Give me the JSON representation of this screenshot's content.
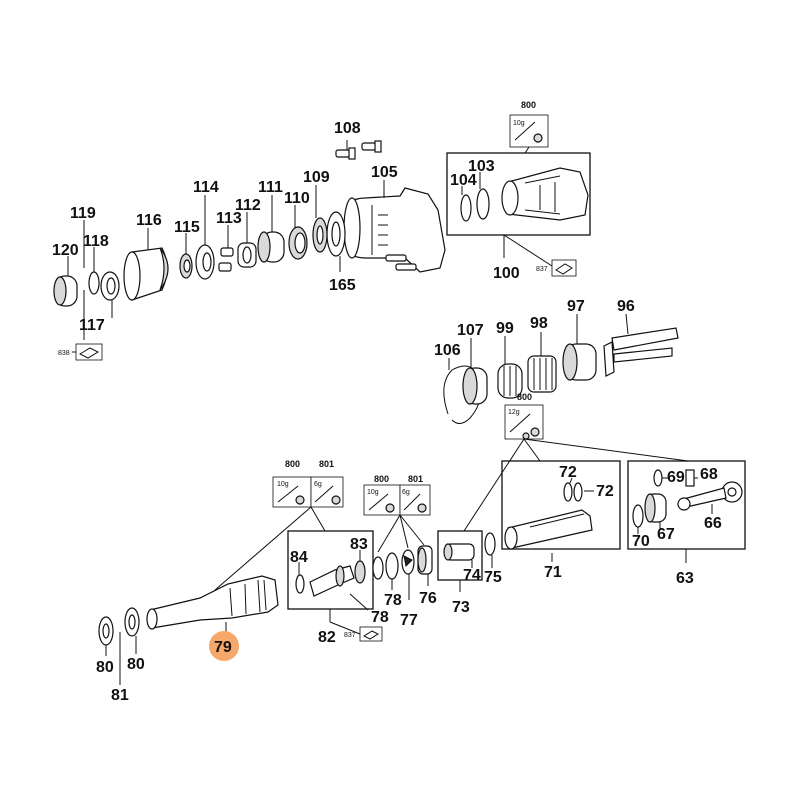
{
  "part_labels": {
    "p108": "108",
    "p105": "105",
    "p109": "109",
    "p110": "110",
    "p111": "111",
    "p112": "112",
    "p113": "113",
    "p114": "114",
    "p115": "115",
    "p116": "116",
    "p118": "118",
    "p119": "119",
    "p120": "120",
    "p117": "117",
    "p165": "165",
    "p100": "100",
    "p103": "103",
    "p104": "104",
    "p106": "106",
    "p107": "107",
    "p99": "99",
    "p98": "98",
    "p97": "97",
    "p96": "96",
    "p72a": "72",
    "p72b": "72",
    "p71": "71",
    "p69": "69",
    "p68": "68",
    "p66": "66",
    "p67": "67",
    "p70": "70",
    "p63": "63",
    "p84": "84",
    "p83": "83",
    "p82": "82",
    "p78a": "78",
    "p78b": "78",
    "p77": "77",
    "p76": "76",
    "p74": "74",
    "p75": "75",
    "p73": "73",
    "p80a": "80",
    "p80b": "80",
    "p81": "81",
    "p79": "79"
  },
  "kit_labels": {
    "k800_top": "800",
    "k800_mid": "800",
    "k800_left": "800",
    "k801_left": "801",
    "k800_center": "800",
    "k801_center": "801",
    "k837_top": "837",
    "k837_bottom": "837",
    "k838": "838"
  },
  "grease_labels": {
    "g10_top": "10g",
    "g12": "12g",
    "g10_left": "10g",
    "g6_left": "6g",
    "g10_center": "10g",
    "g6_center": "6g"
  },
  "colors": {
    "highlight": "#f5a86a"
  }
}
